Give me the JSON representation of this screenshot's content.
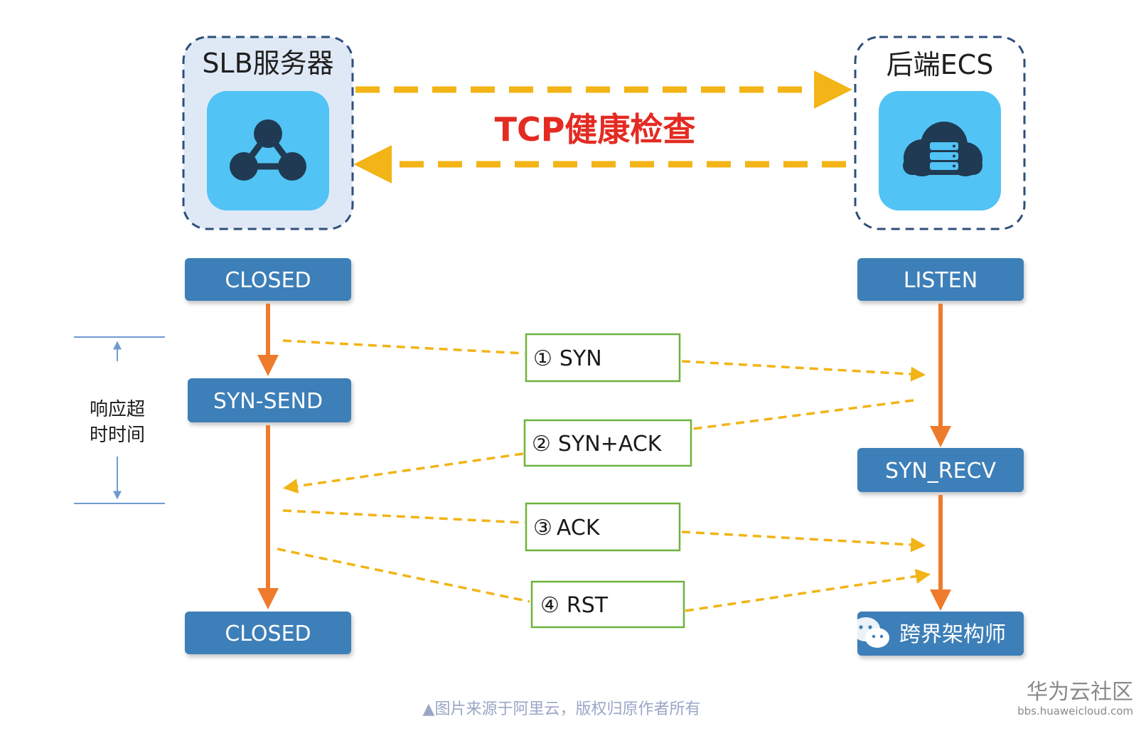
{
  "servers": {
    "slb": {
      "title": "SLB服务器",
      "icon": "network-nodes-icon"
    },
    "ecs": {
      "title": "后端ECS",
      "icon": "cloud-server-icon"
    }
  },
  "health_check_label": "TCP健康检查",
  "states": {
    "slb_start": "CLOSED",
    "slb_syn_send": "SYN-SEND",
    "slb_end": "CLOSED",
    "ecs_listen": "LISTEN",
    "ecs_syn_recv": "SYN_RECV"
  },
  "messages": [
    {
      "num": "①",
      "label": "SYN"
    },
    {
      "num": "②",
      "label": "SYN+ACK"
    },
    {
      "num": "③",
      "label": "ACK"
    },
    {
      "num": "④",
      "label": "RST"
    }
  ],
  "timeout": {
    "line1": "响应超",
    "line2": "时时间"
  },
  "wechat_badge": {
    "label": "跨界架构师",
    "icon": "wechat-icon"
  },
  "caption": "▲图片来源于阿里云，版权归原作者所有",
  "watermark": {
    "main": "华为云社区",
    "sub": "bbs.huaweicloud.com"
  },
  "colors": {
    "state_box": "#3d7fb8",
    "server_icon": "#52c3f5",
    "dashed_border": "#2e4f7a",
    "tcp_arrow": "#f2b416",
    "state_arrow": "#ee7b2c",
    "message_border": "#6db33f",
    "timeout_line": "#6f9bd1",
    "health_check_text": "#e32b22"
  }
}
